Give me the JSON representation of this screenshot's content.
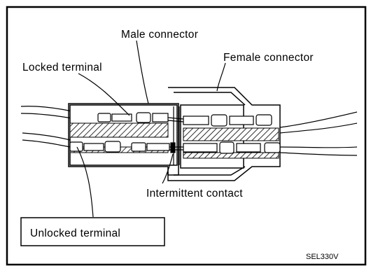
{
  "labels": {
    "male_connector": "Male connector",
    "female_connector": "Female connector",
    "locked_terminal": "Locked terminal",
    "intermittent_contact": "Intermittent contact",
    "unlocked_terminal": "Unlocked terminal",
    "figure_code": "SEL330V"
  }
}
